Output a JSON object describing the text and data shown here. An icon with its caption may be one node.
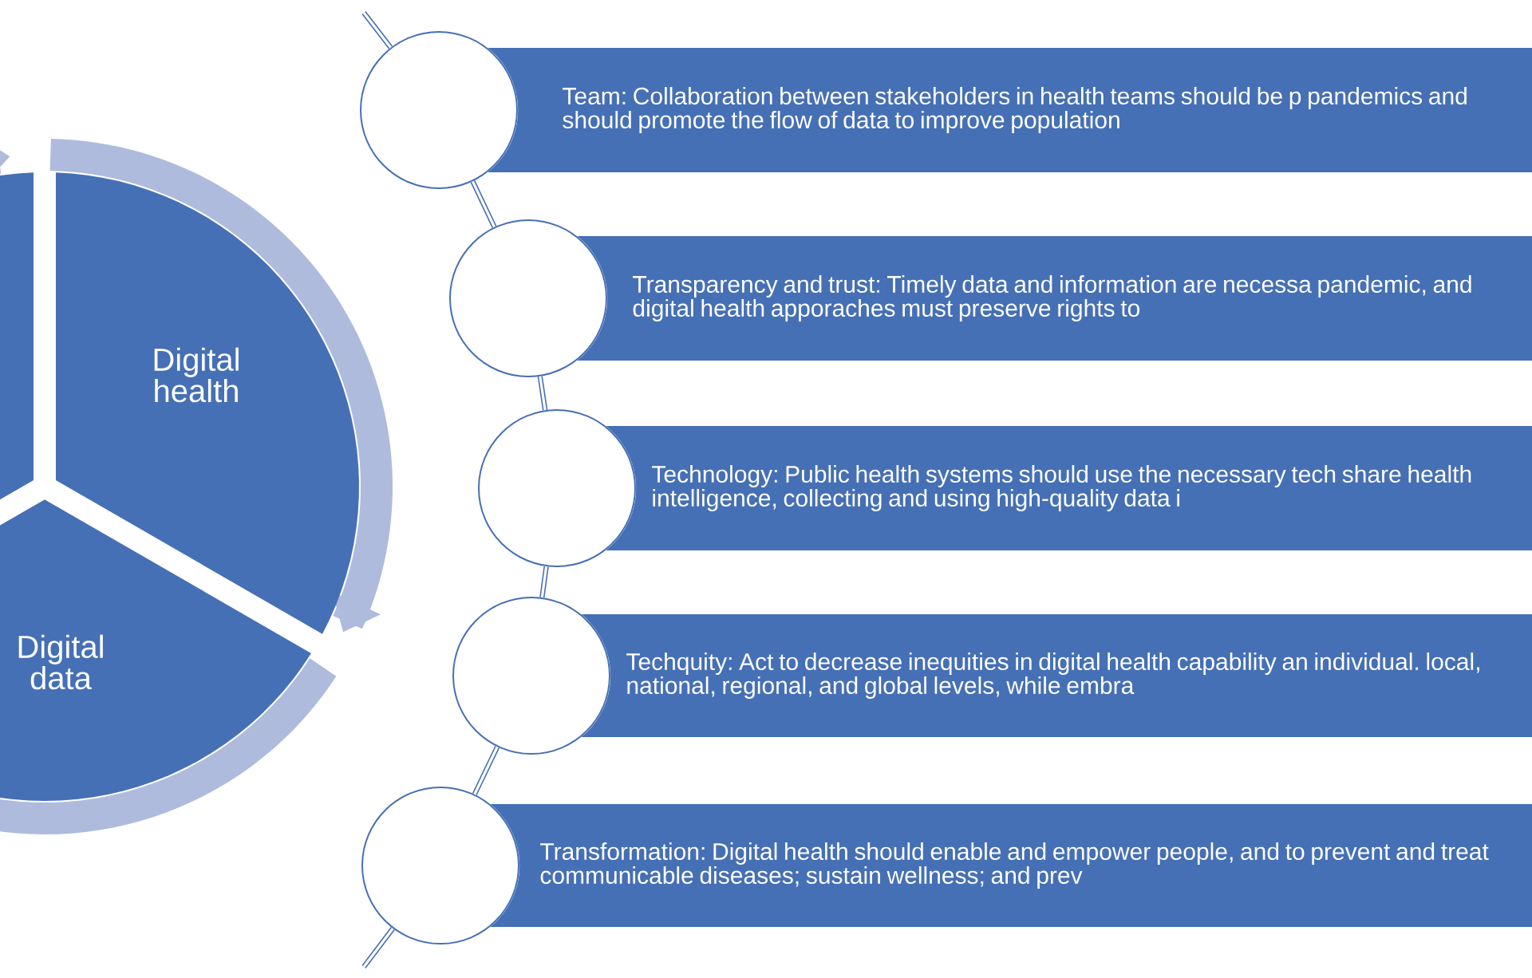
{
  "diagram": {
    "nodes": [
      {
        "text": [],
        "shape": "sector"
      },
      {
        "text": [
          "Digital health"
        ]
      },
      {
        "text": [
          "Digital data"
        ]
      },
      {
        "text": [],
        "shape": "circle"
      },
      {
        "text": [],
        "shape": "circle"
      },
      {
        "text": [],
        "shape": "circle"
      },
      {
        "text": [],
        "shape": "circle"
      },
      {
        "text": [],
        "shape": "circle"
      },
      {
        "text": [
          "Team: Collaboration between stakeholders in health teams should be p pandemics and should promote the flow of data to improve population"
        ]
      },
      {
        "text": [
          "Transparency and trust: Timely data and information are necessa pandemic, and digital health apporaches must preserve rights to"
        ]
      },
      {
        "text": [
          "Technology: Public health systems should use the necessary tech share health intelligence, collecting and using high-quality data i"
        ]
      },
      {
        "text": [
          "Techquity: Act to decrease inequities in digital health capability an individual. local, national, regional, and global levels, while embra"
        ]
      },
      {
        "text": [
          "Transformation: Digital health should enable and empower people, and to prevent and treat communicable diseases; sustain wellness; and prev"
        ]
      }
    ],
    "edges": [
      {
        "from": null,
        "to": 3,
        "arrow": "none"
      },
      {
        "from": 3,
        "to": 4,
        "arrow": "none"
      },
      {
        "from": 4,
        "to": 5,
        "arrow": "none"
      },
      {
        "from": 5,
        "to": 6,
        "arrow": "none"
      },
      {
        "from": 6,
        "to": 7,
        "arrow": "none"
      },
      {
        "from": 7,
        "to": null,
        "arrow": "none"
      }
    ]
  }
}
